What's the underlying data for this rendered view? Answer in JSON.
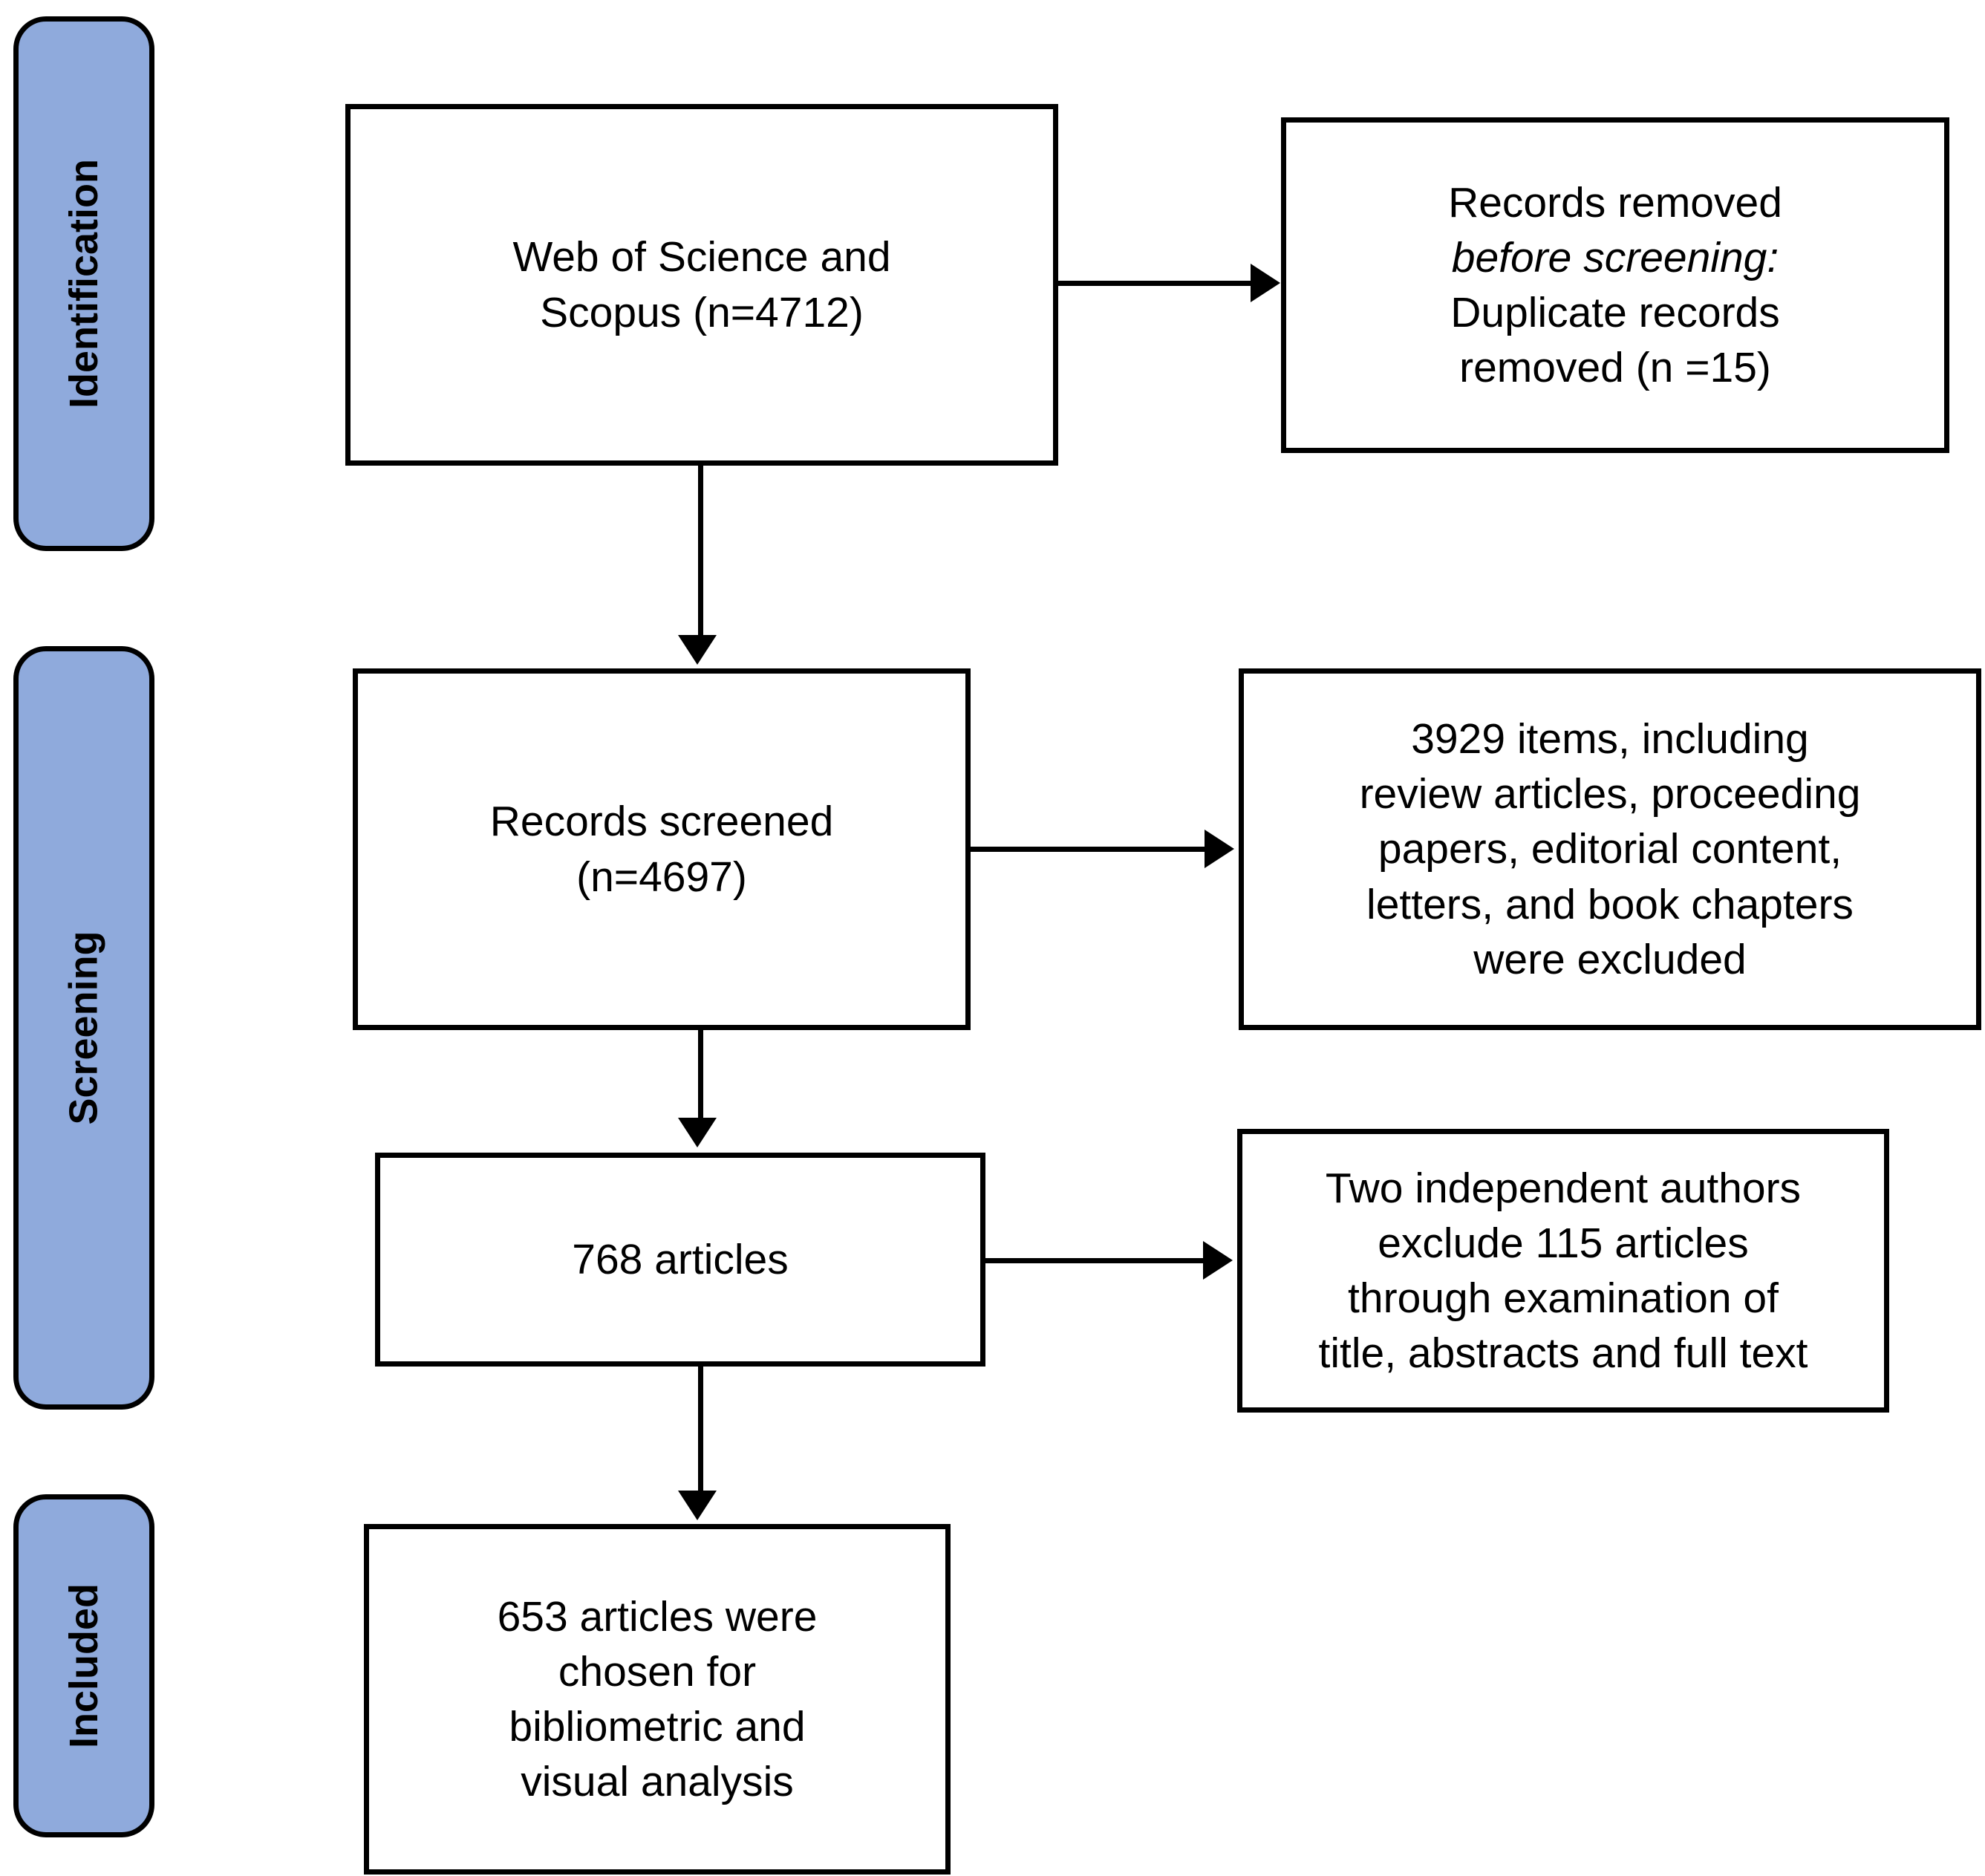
{
  "diagram": {
    "type": "prisma-flow-diagram",
    "title": "PRISMA flow diagram",
    "accent_color": "#8FAADC",
    "border_color": "#000000",
    "background_color": "#FFFFFF"
  },
  "stages": [
    {
      "id": "identification",
      "label": "Identification"
    },
    {
      "id": "screening",
      "label": "Screening"
    },
    {
      "id": "included",
      "label": "Included"
    }
  ],
  "boxes": {
    "sources": {
      "text": "Web of Science and\nScopus (n=4712)",
      "count": 4712
    },
    "removed_before_screening": {
      "line1": "Records removed",
      "line2_italic": "before screening:",
      "line3": "Duplicate records",
      "line4": "removed (n =15)",
      "count": 15
    },
    "records_screened": {
      "text": "Records screened\n(n=4697)",
      "count": 4697
    },
    "excluded_item_types": {
      "text": "3929 items, including\nreview articles, proceeding\npapers, editorial content,\nletters, and book chapters\nwere excluded",
      "count": 3929
    },
    "articles": {
      "text": "768 articles",
      "count": 768
    },
    "excluded_by_authors": {
      "text": "Two independent authors\nexclude 115 articles\nthrough examination of\ntitle, abstracts and full text",
      "count": 115
    },
    "included_final": {
      "text": "653 articles were\nchosen for\nbibliometric and\nvisual analysis",
      "count": 653
    }
  },
  "connectors": [
    {
      "id": "sources-to-screened",
      "from": "sources",
      "to": "records_screened",
      "direction": "down"
    },
    {
      "id": "sources-to-removed",
      "from": "sources",
      "to": "removed_before_screening",
      "direction": "right"
    },
    {
      "id": "screened-to-articles",
      "from": "records_screened",
      "to": "articles",
      "direction": "down"
    },
    {
      "id": "screened-to-excluded",
      "from": "records_screened",
      "to": "excluded_item_types",
      "direction": "right"
    },
    {
      "id": "articles-to-included",
      "from": "articles",
      "to": "included_final",
      "direction": "down"
    },
    {
      "id": "articles-to-excluded",
      "from": "articles",
      "to": "excluded_by_authors",
      "direction": "right"
    }
  ]
}
